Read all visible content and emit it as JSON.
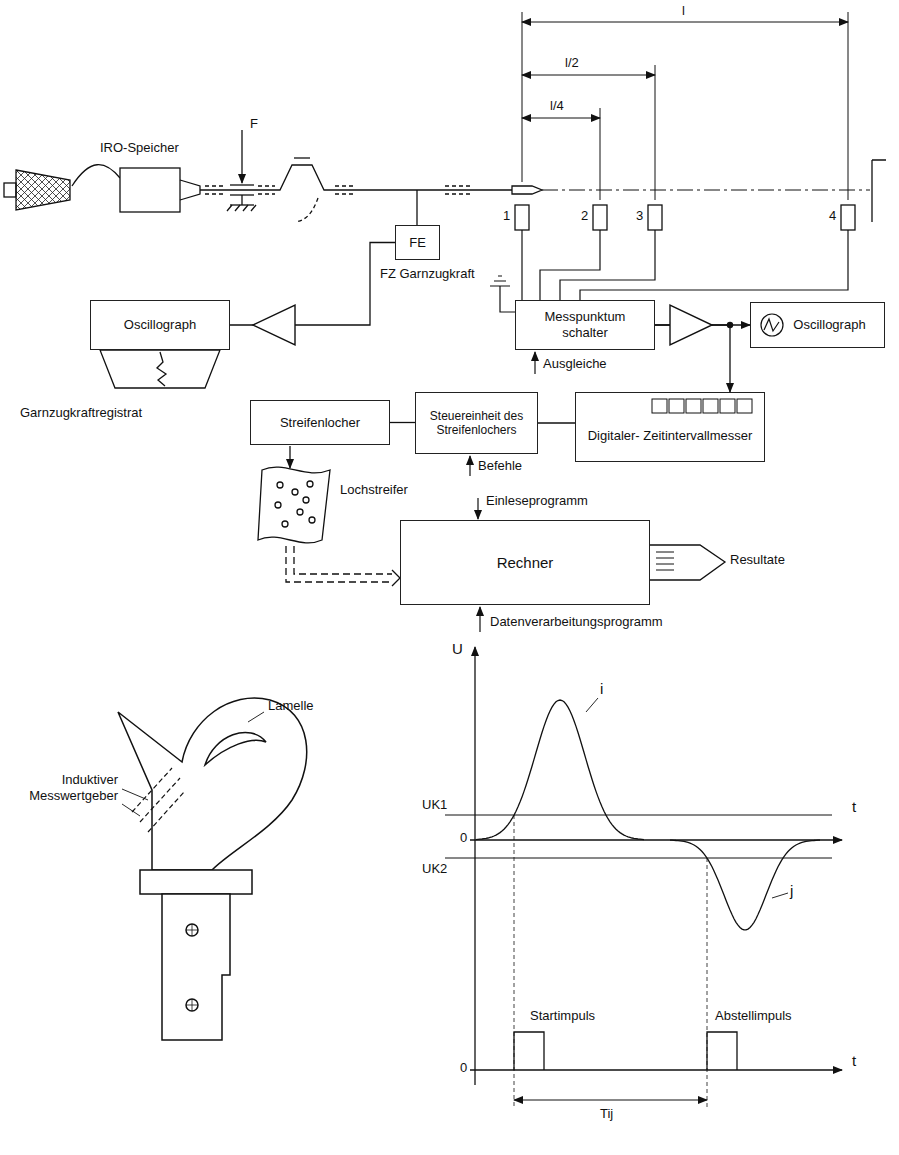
{
  "diagram": {
    "nodes": [
      {
        "text": [
          "FE"
        ]
      },
      {
        "text": [
          "Oscillograph"
        ]
      },
      {
        "text": [
          "Messpunktum schalter"
        ]
      },
      {
        "text": [
          "Oscillograph"
        ]
      },
      {
        "text": [
          "Streifenlocher"
        ]
      },
      {
        "text": [
          "Steuereinheit des Streifenlochers"
        ]
      },
      {
        "text": [
          "Digitaler- Zeitintervallmesser"
        ]
      },
      {
        "text": [
          "Rechner"
        ]
      }
    ],
    "edges": [
      {
        "from": 0,
        "to": 1,
        "arrow": "none"
      },
      {
        "from": 2,
        "to": 3,
        "arrow": "to"
      },
      {
        "from": 2,
        "to": 6,
        "arrow": "to"
      },
      {
        "from": 4,
        "to": 5,
        "arrow": "none"
      },
      {
        "from": 5,
        "to": 6,
        "arrow": "none"
      }
    ],
    "labels": [
      "l",
      "l/2",
      "l/4",
      "IRO-Speicher",
      "F",
      "FZ Garnzugkraft",
      "1",
      "2",
      "3",
      "4",
      "Ausgleiche",
      "Garnzugkraftregistrat",
      "Befehle",
      "Lochstreifer",
      "Einleseprogramm",
      "Resultate",
      "Datenverarbeitungsprogramm",
      "Lamelle",
      "Induktiver Messwertgeber",
      "U",
      "UK1",
      "0",
      "UK2",
      "t",
      "i",
      "j",
      "Startimpuls",
      "Abstellimpuls",
      "0",
      "t",
      "Tij"
    ]
  }
}
